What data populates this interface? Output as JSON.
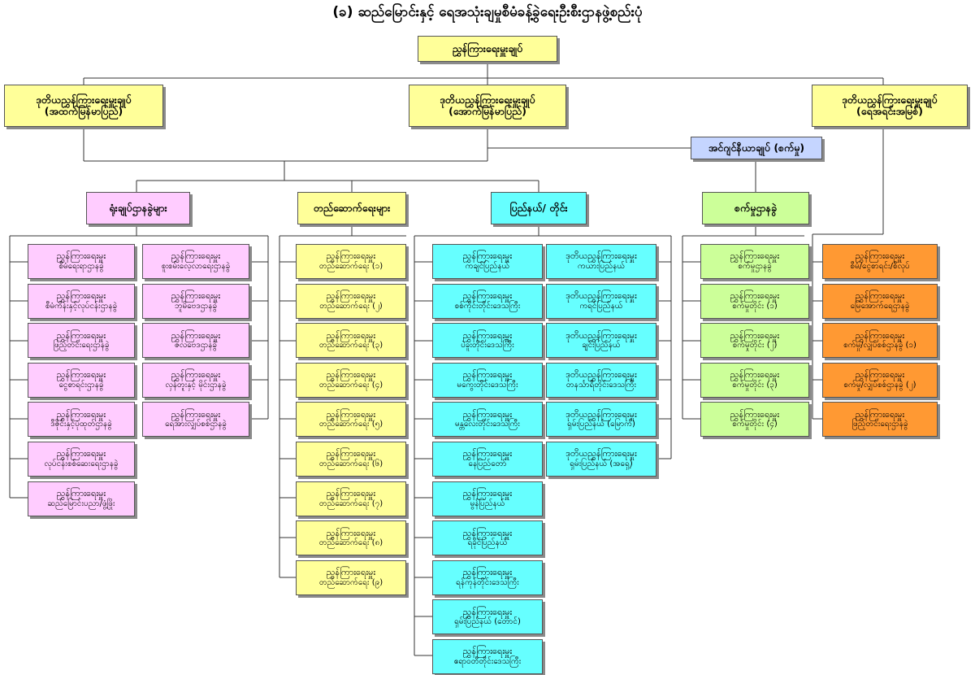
{
  "title": "(ခ) ဆည်မြောင်းနှင့် ရေအသုံးချမှုစီမံခန့်ခွဲရေးဦးစီးဌာနဖွဲ့စည်းပုံ",
  "top": "ညွှန်ကြားရေးမှူးချုပ်",
  "deputies": [
    {
      "l1": "ဒုတိယညွှန်ကြားရေးမှူးချုပ်",
      "l2": "(အထက်မြန်မာပြည်)"
    },
    {
      "l1": "ဒုတိယညွှန်ကြားရေးမှူးချုပ်",
      "l2": "(အောက်မြန်မာပြည်)"
    },
    {
      "l1": "ဒုတိယညွှန်ကြားရေးမှူးချုပ်",
      "l2": "(ရေအရင်းအမြစ်)"
    }
  ],
  "chief_engineer": "အင်ဂျင်နီယာချုပ် (စက်မှု)",
  "groups": {
    "hq": "ရုံးချုပ်ဌာနခွဲများ",
    "construction": "တည်ဆောက်ရေးများ",
    "region": "ပြည်နယ်/ တိုင်း",
    "mech": "စက်မှုဌာနခွဲ"
  },
  "hq_col1": [
    {
      "l1": "ညွှန်ကြားရေးမှူး",
      "l2": "စီမံရေးရာဌာနခွဲ"
    },
    {
      "l1": "ညွှန်ကြားရေးမှူး",
      "l2": "စီမံကိန်းနှင့်လုပ်ငန်းဌာနခွဲ"
    },
    {
      "l1": "ညွှန်ကြားရေးမှူး",
      "l2": "ဖြည့်တင်းရေးဌာနခွဲ"
    },
    {
      "l1": "ညွှန်ကြားရေးမှူး",
      "l2": "ငွေစာရင်းဌာနခွဲ"
    },
    {
      "l1": "ညွှန်ကြားရေးမှူး",
      "l2": "ဒီဇိုင်းနှင့်ပုံထုတ်ဌာနခွဲ"
    },
    {
      "l1": "ညွှန်ကြားရေးမှူး",
      "l2": "လုပ်ငန်းစစ်ဆေးရေးဌာနခွဲ"
    },
    {
      "l1": "ညွှန်ကြားရေးမှူး",
      "l2": "ဆည်မြောင်းပညာ/ဖွံ့ဖြိုး"
    }
  ],
  "hq_col2": [
    {
      "l1": "ညွှန်ကြားရေးမှူး",
      "l2": "စူးစမ်းလေ့လာရေးဌာနခွဲ"
    },
    {
      "l1": "ညွှန်ကြားရေးမှူး",
      "l2": "ဘူမိဗေဒဌာနခွဲ"
    },
    {
      "l1": "ညွှန်ကြားရေးမှူး",
      "l2": "ဇလဗေဒဌာနခွဲ"
    },
    {
      "l1": "ညွှန်ကြားရေးမှူး",
      "l2": "လှန်တူးနှင့် မိုင်းဌာနခွဲ"
    },
    {
      "l1": "ညွှန်ကြားရေးမှူး",
      "l2": "ရေအားလျှပ်စစ်ဌာနခွဲ"
    }
  ],
  "construction_items": [
    {
      "l1": "ညွှန်ကြားရေးမှူး",
      "l2": "တည်ဆောက်ရေး (၁)"
    },
    {
      "l1": "ညွှန်ကြားရေးမှူး",
      "l2": "တည်ဆောက်ရေး (၂)"
    },
    {
      "l1": "ညွှန်ကြားရေးမှူး",
      "l2": "တည်ဆောက်ရေး (၃)"
    },
    {
      "l1": "ညွှန်ကြားရေးမှူး",
      "l2": "တည်ဆောက်ရေး (၄)"
    },
    {
      "l1": "ညွှန်ကြားရေးမှူး",
      "l2": "တည်ဆောက်ရေး (၅)"
    },
    {
      "l1": "ညွှန်ကြားရေးမှူး",
      "l2": "တည်ဆောက်ရေး (၆)"
    },
    {
      "l1": "ညွှန်ကြားရေးမှူး",
      "l2": "တည်ဆောက်ရေး (၇)"
    },
    {
      "l1": "ညွှန်ကြားရေးမှူး",
      "l2": "တည်ဆောက်ရေး (၈)"
    },
    {
      "l1": "ညွှန်ကြားရေးမှူး",
      "l2": "တည်ဆောက်ရေး (၉)"
    }
  ],
  "region_col1": [
    {
      "l1": "ညွှန်ကြားရေးမှူး",
      "l2": "ကချင်ပြည်နယ်"
    },
    {
      "l1": "ညွှန်ကြားရေးမှူး",
      "l2": "စစ်ကိုင်းတိုင်းဒေသကြီး"
    },
    {
      "l1": "ညွှန်ကြားရေးမှူး",
      "l2": "ပဲခူးတိုင်းဒေသကြီး"
    },
    {
      "l1": "ညွှန်ကြားရေးမှူး",
      "l2": "မကွေးတိုင်းဒေသကြီး"
    },
    {
      "l1": "ညွှန်ကြားရေးမှူး",
      "l2": "မန္တလေးတိုင်းဒေသကြီး"
    },
    {
      "l1": "ညွှန်ကြားရေးမှူး",
      "l2": "နေပြည်တော်"
    },
    {
      "l1": "ညွှန်ကြားရေးမှူး",
      "l2": "မွန်ပြည်နယ်"
    },
    {
      "l1": "ညွှန်ကြားရေးမှူး",
      "l2": "ရခိုင်ပြည်နယ်"
    },
    {
      "l1": "ညွှန်ကြားရေးမှူး",
      "l2": "ရန်ကုန်တိုင်းဒေသကြီး"
    },
    {
      "l1": "ညွှန်ကြားရေးမှူး",
      "l2": "ရှမ်းပြည်နယ် (တောင်)"
    },
    {
      "l1": "ညွှန်ကြားရေးမှူး",
      "l2": "ဧရာဝတီတိုင်းဒေသကြီး"
    }
  ],
  "region_col2": [
    {
      "l1": "ဒုတိယညွှန်ကြားရေးမှူး",
      "l2": "ကယားပြည်နယ်"
    },
    {
      "l1": "ဒုတိယညွှန်ကြားရေးမှူး",
      "l2": "ကရင်ပြည်နယ်"
    },
    {
      "l1": "ဒုတိယညွှန်ကြားရေးမှူး",
      "l2": "ချင်းပြည်နယ်"
    },
    {
      "l1": "ဒုတိယညွှန်ကြားရေးမှူး",
      "l2": "တနင်္သာရီတိုင်းဒေသကြီး"
    },
    {
      "l1": "ဒုတိယညွှန်ကြားရေးမှူး",
      "l2": "ရှမ်းပြည်နယ် (မြောက်)"
    },
    {
      "l1": "ဒုတိယညွှန်ကြားရေးမှူး",
      "l2": "ရှမ်းပြည်နယ် (အရှေ့)"
    }
  ],
  "mech_items": [
    {
      "l1": "ညွှန်ကြားရေးမှူး",
      "l2": "စက်မှုဌာနခွဲ"
    },
    {
      "l1": "ညွှန်ကြားရေးမှူး",
      "l2": "စက်မှုတိုင်း (၁)"
    },
    {
      "l1": "ညွှန်ကြားရေးမှူး",
      "l2": "စက်မှုတိုင်း (၂)"
    },
    {
      "l1": "ညွှန်ကြားရေးမှူး",
      "l2": "စက်မှုတိုင်း (၃)"
    },
    {
      "l1": "ညွှန်ကြားရေးမှူး",
      "l2": "စက်မှုတိုင်း (၄)"
    }
  ],
  "water_items": [
    {
      "l1": "ညွှန်ကြားရေးမှူး",
      "l2": "စီမံ/ငွေစာရင်း/စီလုပ်"
    },
    {
      "l1": "ညွှန်ကြားရေးမှူး",
      "l2": "မြေအောက်ရေဌာနခွဲ"
    },
    {
      "l1": "ညွှန်ကြားရေးမှူး",
      "l2": "စက်မှု/လျှပ်စစ်ဌာနခွဲ (၁)"
    },
    {
      "l1": "ညွှန်ကြားရေးမှူး",
      "l2": "စက်မှု/လျှပ်စစ်ဌာနခွဲ (၂)"
    },
    {
      "l1": "ညွှန်ကြားရေးမှူး",
      "l2": "ဖြည့်တင်းရေးဌာနခွဲ"
    }
  ],
  "colors": {
    "yellow": "#ffff99",
    "blue": "#c5d5ff",
    "pink": "#ffccff",
    "cyan": "#66ffff",
    "green": "#ccff99",
    "orange": "#ff9933",
    "line": "#333333"
  }
}
